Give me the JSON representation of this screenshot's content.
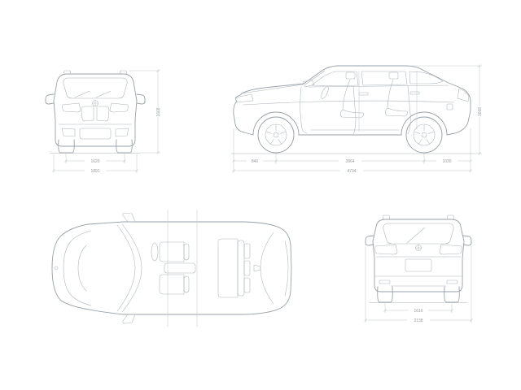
{
  "diagram": {
    "colors": {
      "background": "#ffffff",
      "body_line": "#98a1a9",
      "detail_line": "#aab2b9",
      "dimension_line": "#c4c9ce",
      "dimension_text": "#949ba2"
    },
    "views": {
      "front": {
        "dimensions": {
          "height": "1668",
          "track": "1620",
          "width": "1891"
        }
      },
      "side": {
        "dimensions": {
          "front_overhang": "840",
          "wheelbase": "2864",
          "rear_overhang": "1030",
          "length": "4734",
          "height": "1668"
        }
      },
      "top": {},
      "rear": {
        "dimensions": {
          "track": "1616",
          "width_with_mirrors": "2138"
        }
      }
    }
  }
}
